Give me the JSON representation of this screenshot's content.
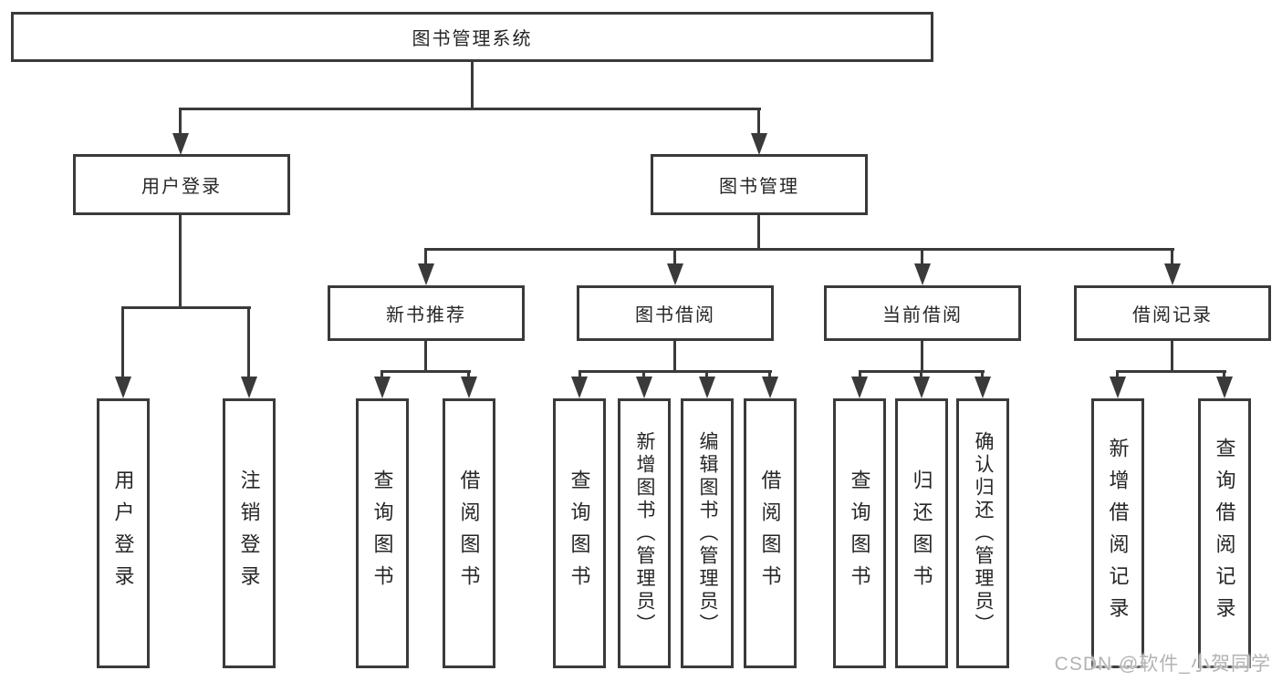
{
  "tree": {
    "root": "图书管理系统",
    "branches": [
      {
        "label": "用户登录",
        "leaves": [
          "用户登录",
          "注销登录"
        ]
      },
      {
        "label": "图书管理",
        "groups": [
          {
            "label": "新书推荐",
            "leaves": [
              "查询图书",
              "借阅图书"
            ]
          },
          {
            "label": "图书借阅",
            "leaves": [
              "查询图书",
              "新增图书（管理员）",
              "编辑图书（管理员）",
              "借阅图书"
            ]
          },
          {
            "label": "当前借阅",
            "leaves": [
              "查询图书",
              "归还图书",
              "确认归还（管理员）"
            ]
          },
          {
            "label": "借阅记录",
            "leaves": [
              "新增借阅记录",
              "查询借阅记录"
            ]
          }
        ]
      }
    ]
  },
  "watermark": {
    "text": "CSDN @软件_小贺同学"
  },
  "colors": {
    "line": "#3a3a3a",
    "text": "#262626",
    "background": "#ffffff",
    "watermark": "#b3b3b3"
  }
}
